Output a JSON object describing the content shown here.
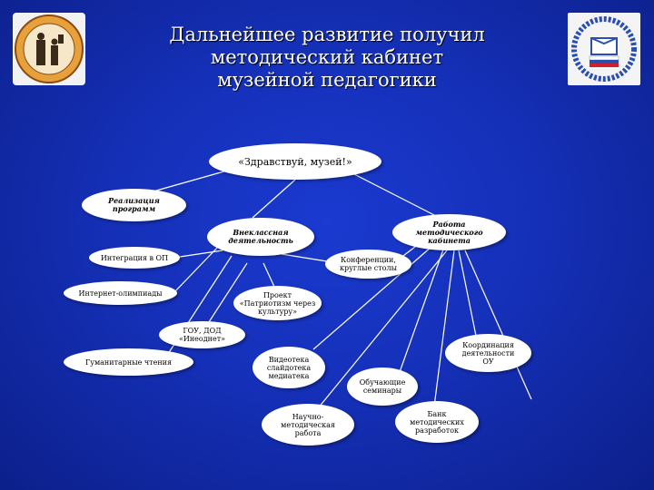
{
  "title": {
    "line1": "Дальнейшее развитие получил",
    "line2": "методический кабинет",
    "line3": "музейной педагогики"
  },
  "nodes": {
    "root": "«Здравствуй, музей!»",
    "realization_l1": "Реализация",
    "realization_l2": "программ",
    "extracurricular_l1": "Внеклассная",
    "extracurricular_l2": "деятельность",
    "methodcab_l1": "Работа",
    "methodcab_l2": "методического",
    "methodcab_l3": "кабинета",
    "integration": "Интеграция в ОП",
    "conferences_l1": "Конференции,",
    "conferences_l2": "круглые столы",
    "olympiads": "Интернет-олимпиады",
    "project_l1": "Проект",
    "project_l2": "«Патриотизм через",
    "project_l3": "культуру»",
    "gou_l1": "ГОУ, ДОД",
    "gou_l2": "«Инеоднет»",
    "readings": "Гуманитарные чтения",
    "videoteka_l1": "Видеотека",
    "videoteka_l2": "слайдотека",
    "videoteka_l3": "медиатека",
    "coordination_l1": "Координация",
    "coordination_l2": "деятельности",
    "coordination_l3": "ОУ",
    "seminars_l1": "Обучающие",
    "seminars_l2": "семинары",
    "research_l1": "Научно-",
    "research_l2": "методическая",
    "research_l3": "работа",
    "database_l1": "Банк",
    "database_l2": "методических",
    "database_l3": "разработок"
  },
  "colors": {
    "background": "#1530b8",
    "line": "#ffffff",
    "node_fill": "#ffffff"
  },
  "icons": {
    "left_logo": "school-emblem-icon",
    "right_logo": "education-ministry-icon"
  }
}
